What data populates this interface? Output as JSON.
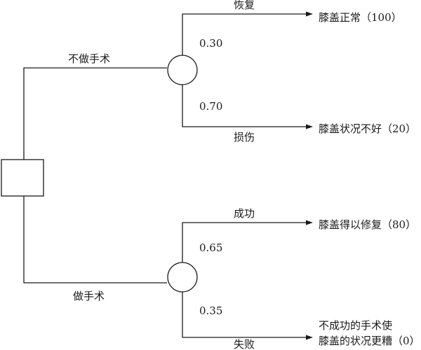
{
  "root": {
    "branches": [
      {
        "label": "不做手术",
        "outcomes": [
          {
            "event": "恢复",
            "probability": "0.30",
            "result": [
              "膝盖正常（100）"
            ]
          },
          {
            "event": "损伤",
            "probability": "0.70",
            "result": [
              "膝盖状况不好（20）"
            ]
          }
        ]
      },
      {
        "label": "做手术",
        "outcomes": [
          {
            "event": "成功",
            "probability": "0.65",
            "result": [
              "膝盖得以修复（80）"
            ]
          },
          {
            "event": "失败",
            "probability": "0.35",
            "result": [
              "不成功的手术使",
              "膝盖的状况更糟（0）"
            ]
          }
        ]
      }
    ]
  }
}
